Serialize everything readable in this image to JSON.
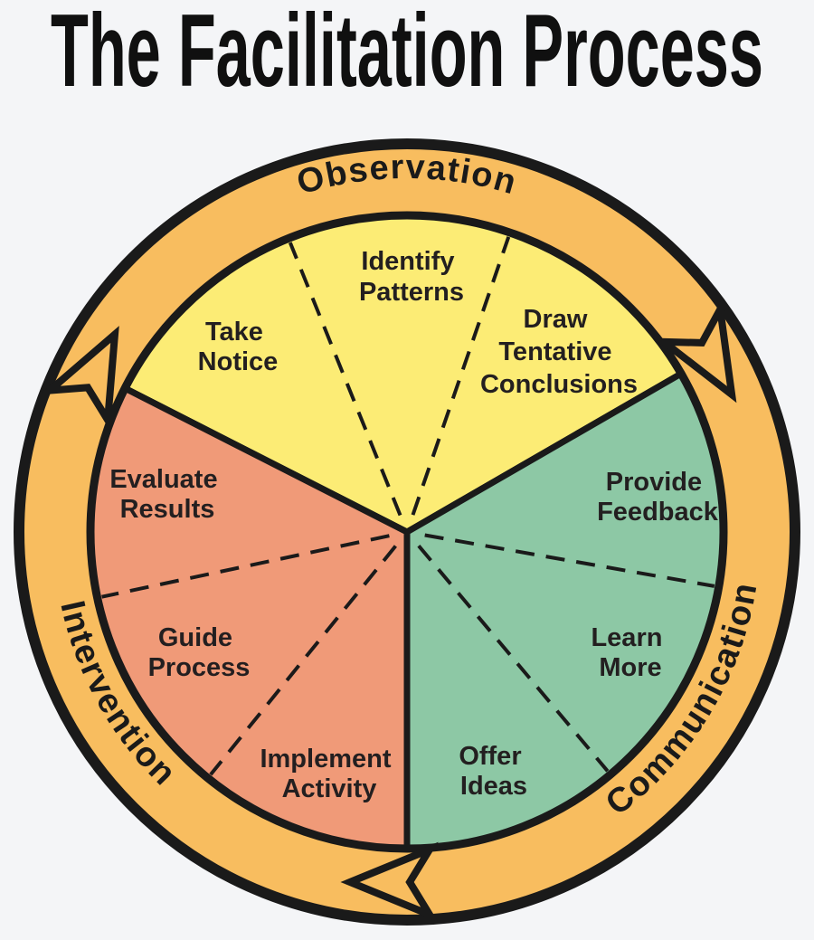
{
  "title": "The Facilitation Process",
  "colors": {
    "background": "#F4F5F7",
    "ring": "#F8BD5F",
    "observation": "#FCEC75",
    "communication": "#8DC8A5",
    "intervention": "#F09A78",
    "line": "#1A1A1A",
    "text": "#231F20"
  },
  "sectors": [
    {
      "name": "Observation",
      "position": "top",
      "segments": [
        {
          "lines": [
            "Take",
            "Notice"
          ]
        },
        {
          "lines": [
            "Identify",
            "Patterns"
          ]
        },
        {
          "lines": [
            "Draw",
            "Tentative",
            "Conclusions"
          ]
        }
      ]
    },
    {
      "name": "Communication",
      "position": "bottom-right",
      "segments": [
        {
          "lines": [
            "Provide",
            "Feedback"
          ]
        },
        {
          "lines": [
            "Learn",
            "More"
          ]
        },
        {
          "lines": [
            "Offer",
            "Ideas"
          ]
        }
      ]
    },
    {
      "name": "Intervention",
      "position": "bottom-left",
      "segments": [
        {
          "lines": [
            "Evaluate",
            "Results"
          ]
        },
        {
          "lines": [
            "Guide",
            "Process"
          ]
        },
        {
          "lines": [
            "Implement",
            "Activity"
          ]
        }
      ]
    }
  ],
  "arrows": {
    "direction": "clockwise",
    "count": 3,
    "icon": "clockwise-open-arrowhead"
  }
}
